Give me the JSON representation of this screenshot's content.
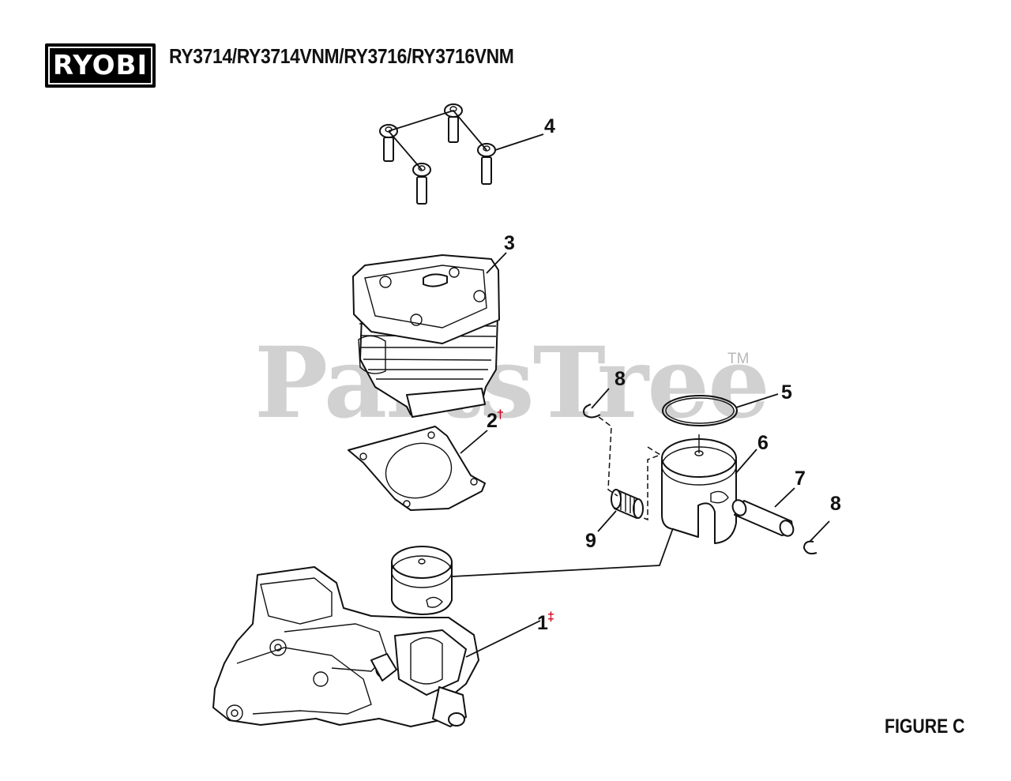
{
  "header": {
    "brand": "RYOBI",
    "title": "RY3714/RY3714VNM/RY3716/RY3716VNM"
  },
  "watermark": {
    "text": "PartsTree",
    "tm": "TM"
  },
  "figure_label": "FIGURE C",
  "callouts": [
    {
      "number": "1",
      "mark": "‡"
    },
    {
      "number": "2",
      "mark": "†"
    },
    {
      "number": "3",
      "mark": ""
    },
    {
      "number": "4",
      "mark": ""
    },
    {
      "number": "5",
      "mark": ""
    },
    {
      "number": "6",
      "mark": ""
    },
    {
      "number": "7",
      "mark": ""
    },
    {
      "number": "8",
      "mark": ""
    },
    {
      "number": "9",
      "mark": ""
    }
  ],
  "colors": {
    "ink": "#111111",
    "accent_mark": "#d0021b",
    "watermark": "#c9c9c9"
  }
}
